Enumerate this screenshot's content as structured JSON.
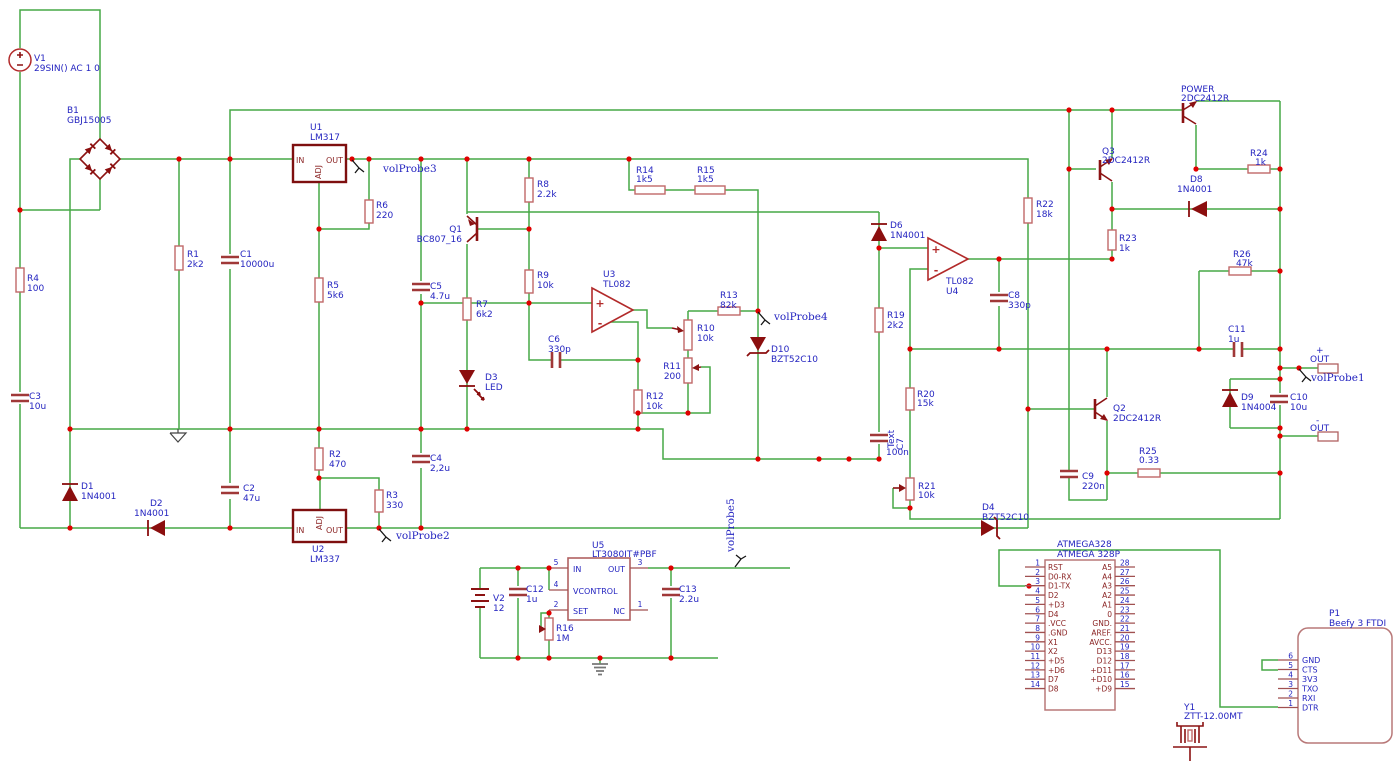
{
  "colors": {
    "wire": "#47a847",
    "junction": "#e00000",
    "symbol_dark": "#8b0e0e",
    "symbol_light": "#c06868",
    "text_blue": "#2424c0",
    "text_darkred": "#8b2525"
  },
  "parts": {
    "V1": {
      "ref": "V1",
      "value": "29SIN() AC 1 0"
    },
    "B1": {
      "ref": "B1",
      "value": "GBJ15005"
    },
    "R1": {
      "ref": "R1",
      "value": "2k2"
    },
    "R2": {
      "ref": "R2",
      "value": "470"
    },
    "R3": {
      "ref": "R3",
      "value": "330"
    },
    "R4": {
      "ref": "R4",
      "value": "100"
    },
    "R5": {
      "ref": "R5",
      "value": "5k6"
    },
    "R6": {
      "ref": "R6",
      "value": "220"
    },
    "R7": {
      "ref": "R7",
      "value": "6k2"
    },
    "R8": {
      "ref": "R8",
      "value": "2.2k"
    },
    "R9": {
      "ref": "R9",
      "value": "10k"
    },
    "R10": {
      "ref": "R10",
      "value": "10k"
    },
    "R11": {
      "ref": "R11",
      "value": "200"
    },
    "R12": {
      "ref": "R12",
      "value": "10k"
    },
    "R13": {
      "ref": "R13",
      "value": "82k"
    },
    "R14": {
      "ref": "R14",
      "value": "1k5"
    },
    "R15": {
      "ref": "R15",
      "value": "1k5"
    },
    "R16": {
      "ref": "R16",
      "value": "1M"
    },
    "R19": {
      "ref": "R19",
      "value": "2k2"
    },
    "R20": {
      "ref": "R20",
      "value": "15k"
    },
    "R21": {
      "ref": "R21",
      "value": "10k"
    },
    "R22": {
      "ref": "R22",
      "value": "18k"
    },
    "R23": {
      "ref": "R23",
      "value": "1k"
    },
    "R24": {
      "ref": "R24",
      "value": "1k"
    },
    "R25": {
      "ref": "R25",
      "value": "0.33"
    },
    "R26": {
      "ref": "R26",
      "value": "47k"
    },
    "C1": {
      "ref": "C1",
      "value": "10000u"
    },
    "C2": {
      "ref": "C2",
      "value": "47u"
    },
    "C3": {
      "ref": "C3",
      "value": "10u"
    },
    "C4": {
      "ref": "C4",
      "value": "2,2u"
    },
    "C5": {
      "ref": "C5",
      "value": "4.7u"
    },
    "C6": {
      "ref": "C6",
      "value": "330p"
    },
    "C7": {
      "ref": "C7",
      "value": "100n"
    },
    "C8": {
      "ref": "C8",
      "value": "330p"
    },
    "C9": {
      "ref": "C9",
      "value": "220n"
    },
    "C10": {
      "ref": "C10",
      "value": "10u"
    },
    "C11": {
      "ref": "C11",
      "value": "1u"
    },
    "C12": {
      "ref": "C12",
      "value": "1u"
    },
    "C13": {
      "ref": "C13",
      "value": "2.2u"
    },
    "D1": {
      "ref": "D1",
      "value": "1N4001"
    },
    "D2": {
      "ref": "D2",
      "value": "1N4001"
    },
    "D3": {
      "ref": "D3",
      "value": "LED"
    },
    "D4": {
      "ref": "D4",
      "value": "BZT52C10"
    },
    "D6": {
      "ref": "D6",
      "value": "1N4001"
    },
    "D8": {
      "ref": "D8",
      "value": "1N4001"
    },
    "D9": {
      "ref": "D9",
      "value": "1N4004"
    },
    "D10": {
      "ref": "D10",
      "value": "BZT52C10"
    },
    "Q1": {
      "ref": "Q1",
      "value": "BC807_16"
    },
    "Q2": {
      "ref": "Q2",
      "value": "2DC2412R"
    },
    "Q3": {
      "ref": "Q3",
      "value": "2DC2412R"
    },
    "POWER": {
      "ref": "POWER",
      "value": "2DC2412R"
    },
    "U1": {
      "ref": "U1",
      "value": "LM317"
    },
    "U2": {
      "ref": "U2",
      "value": "LM337"
    },
    "U3": {
      "ref": "U3",
      "value": "TL082"
    },
    "U4": {
      "ref": "U4",
      "value": "TL082"
    },
    "U5": {
      "ref": "U5",
      "value": "LT3080IT#PBF"
    },
    "V2": {
      "ref": "V2",
      "value": "12"
    },
    "Y1": {
      "ref": "Y1",
      "value": "ZTT-12.00MT"
    },
    "P1": {
      "ref": "P1",
      "value": "Beefy 3 FTDI"
    }
  },
  "reg_pins": {
    "in": "IN",
    "out": "OUT",
    "adj": "ADJ"
  },
  "opamp": {
    "plus": "+",
    "minus": "-"
  },
  "u5_pins": [
    {
      "n": "5",
      "name": "IN"
    },
    {
      "n": "4",
      "name": "VCONTROL"
    },
    {
      "n": "2",
      "name": "SET"
    },
    {
      "n": "3",
      "name": "OUT"
    },
    {
      "n": "1",
      "name": "NC"
    }
  ],
  "probes": {
    "p1": "volProbe1",
    "p2": "volProbe2",
    "p3": "volProbe3",
    "p4": "volProbe4",
    "p5": "volProbe5"
  },
  "ports": {
    "out_plus": {
      "sign": "+",
      "label": "OUT"
    },
    "out_minus": {
      "sign": "-",
      "label": "OUT"
    }
  },
  "annotations": {
    "stray": "Text"
  },
  "mcu": {
    "title": "ATMEGA328",
    "subtitle": "ATMEGA 328P",
    "left": [
      {
        "n": "1",
        "name": "RST"
      },
      {
        "n": "2",
        "name": "D0-RX"
      },
      {
        "n": "3",
        "name": "D1-TX"
      },
      {
        "n": "4",
        "name": "D2"
      },
      {
        "n": "5",
        "name": "+D3"
      },
      {
        "n": "6",
        "name": "D4"
      },
      {
        "n": "7",
        "name": ".VCC"
      },
      {
        "n": "8",
        "name": ".GND"
      },
      {
        "n": "9",
        "name": "X1"
      },
      {
        "n": "10",
        "name": "X2"
      },
      {
        "n": "11",
        "name": "+D5"
      },
      {
        "n": "12",
        "name": "+D6"
      },
      {
        "n": "13",
        "name": "D7"
      },
      {
        "n": "14",
        "name": "D8"
      }
    ],
    "right": [
      {
        "n": "28",
        "name": "A5"
      },
      {
        "n": "27",
        "name": "A4"
      },
      {
        "n": "26",
        "name": "A3"
      },
      {
        "n": "25",
        "name": "A2"
      },
      {
        "n": "24",
        "name": "A1"
      },
      {
        "n": "23",
        "name": "0"
      },
      {
        "n": "22",
        "name": "GND."
      },
      {
        "n": "21",
        "name": "AREF."
      },
      {
        "n": "20",
        "name": "AVCC."
      },
      {
        "n": "19",
        "name": "D13"
      },
      {
        "n": "18",
        "name": "D12"
      },
      {
        "n": "17",
        "name": "+D11"
      },
      {
        "n": "16",
        "name": "+D10"
      },
      {
        "n": "15",
        "name": "+D9"
      }
    ]
  },
  "connector": {
    "pins": [
      {
        "n": "6",
        "name": "GND"
      },
      {
        "n": "5",
        "name": "CTS"
      },
      {
        "n": "4",
        "name": "3V3"
      },
      {
        "n": "3",
        "name": "TXO"
      },
      {
        "n": "2",
        "name": "RXI"
      },
      {
        "n": "1",
        "name": "DTR"
      }
    ]
  }
}
